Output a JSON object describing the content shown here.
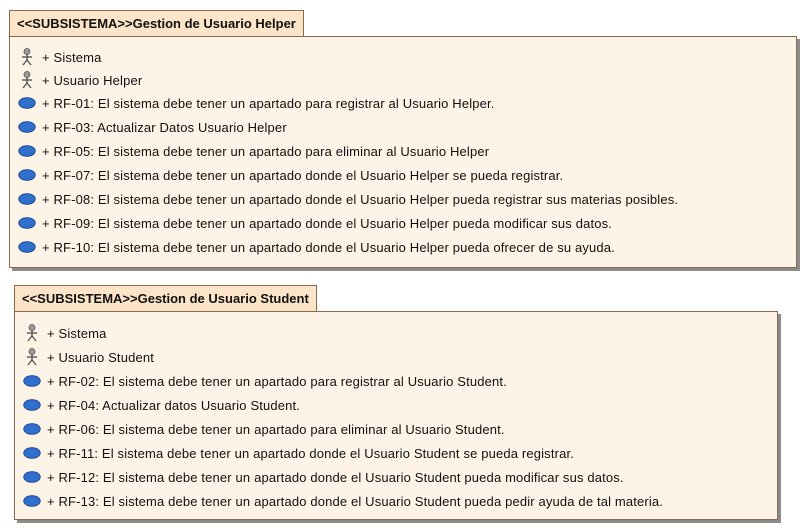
{
  "packages": [
    {
      "title": "<<SUBSISTEMA>>Gestion de Usuario Helper",
      "items": [
        {
          "type": "actor-icon",
          "text": "+ Sistema"
        },
        {
          "type": "actor-icon",
          "text": "+ Usuario Helper"
        },
        {
          "type": "usecase-icon",
          "text": "+ RF-01: El sistema debe tener un apartado para registrar al Usuario Helper."
        },
        {
          "type": "usecase-icon",
          "text": "+ RF-03: Actualizar Datos Usuario Helper"
        },
        {
          "type": "usecase-icon",
          "text": "+ RF-05: El sistema debe tener un apartado para eliminar al Usuario Helper"
        },
        {
          "type": "usecase-icon",
          "text": "+ RF-07: El sistema debe tener un apartado donde el Usuario Helper se pueda registrar."
        },
        {
          "type": "usecase-icon",
          "text": "+ RF-08: El sistema debe tener un apartado donde el Usuario Helper pueda registrar sus materias posibles."
        },
        {
          "type": "usecase-icon",
          "text": "+ RF-09: El sistema debe tener un apartado donde el Usuario Helper pueda modificar sus datos."
        },
        {
          "type": "usecase-icon",
          "text": "+ RF-10: El sistema debe tener un apartado donde el Usuario Helper pueda ofrecer de su ayuda."
        }
      ]
    },
    {
      "title": "<<SUBSISTEMA>>Gestion de Usuario Student",
      "items": [
        {
          "type": "actor-icon",
          "text": "+ Sistema"
        },
        {
          "type": "actor-icon",
          "text": "+ Usuario Student"
        },
        {
          "type": "usecase-icon",
          "text": "+ RF-02: El sistema debe tener un apartado para registrar al Usuario Student."
        },
        {
          "type": "usecase-icon",
          "text": "+ RF-04: Actualizar datos Usuario Student."
        },
        {
          "type": "usecase-icon",
          "text": "+ RF-06: El sistema debe tener un apartado para eliminar al Usuario Student."
        },
        {
          "type": "usecase-icon",
          "text": "+ RF-11: El sistema debe tener un apartado donde el Usuario Student se pueda registrar."
        },
        {
          "type": "usecase-icon",
          "text": "+ RF-12: El sistema debe tener un apartado donde el Usuario Student pueda modificar sus datos."
        },
        {
          "type": "usecase-icon",
          "text": "+ RF-13: El sistema debe tener un apartado donde el Usuario Student pueda pedir ayuda de tal materia."
        }
      ]
    }
  ],
  "colors": {
    "tab_fill": "#fce4c8",
    "body_fill": "#fdf3e6",
    "border": "#8a6a4a",
    "usecase_fill": "#2f6fcf",
    "actor_fill": "#8a8a8a"
  }
}
